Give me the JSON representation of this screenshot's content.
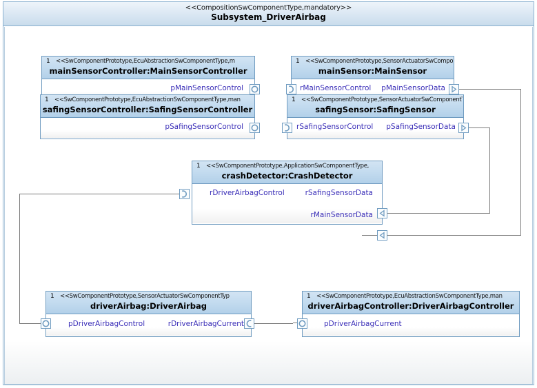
{
  "diagram": {
    "stereotype": "<<CompositionSwComponentType,mandatory>>",
    "title": "Subsystem_DriverAirbag",
    "type": "uml-composition-structure-diagram",
    "colors": {
      "header_gradient_top": "#eef4fa",
      "header_gradient_bottom": "#c9dcec",
      "frame_border": "#8ab0cf",
      "component_header_top": "#d3e4f3",
      "component_header_bottom": "#b2d0e9",
      "component_border": "#6f9bc0",
      "port_label_text": "#3b2fb8",
      "connector_line": "#7a7a7a",
      "canvas_background": "#ffffff"
    }
  },
  "components": [
    {
      "id": "mainSensorController",
      "multiplicity": "1",
      "stereotype": "<<SwComponentPrototype,EcuAbstractionSwComponentType,m",
      "name": "mainSensorController:MainSensorController",
      "ports": [
        {
          "name": "pMainSensorControl",
          "kind": "provided",
          "icon": "ball-port-icon",
          "side": "right"
        }
      ]
    },
    {
      "id": "mainSensor",
      "multiplicity": "1",
      "stereotype": "<<SwComponentPrototype,SensorActuatorSwCompo",
      "name": "mainSensor:MainSensor",
      "ports": [
        {
          "name": "rMainSensorControl",
          "kind": "required",
          "icon": "socket-port-icon",
          "side": "left"
        },
        {
          "name": "pMainSensorData",
          "kind": "provided-data",
          "icon": "arrow-right-port-icon",
          "side": "right"
        }
      ]
    },
    {
      "id": "safingSensorController",
      "multiplicity": "1",
      "stereotype": "<<SwComponentPrototype,EcuAbstractionSwComponentType,man",
      "name": "safingSensorController:SafingSensorController",
      "ports": [
        {
          "name": "pSafingSensorControl",
          "kind": "provided",
          "icon": "ball-port-icon",
          "side": "right"
        }
      ]
    },
    {
      "id": "safingSensor",
      "multiplicity": "1",
      "stereotype": "<<SwComponentPrototype,SensorActuatorSwComponentT",
      "name": "safingSensor:SafingSensor",
      "ports": [
        {
          "name": "rSafingSensorControl",
          "kind": "required",
          "icon": "socket-port-icon",
          "side": "left"
        },
        {
          "name": "pSafingSensorData",
          "kind": "provided-data",
          "icon": "arrow-right-port-icon",
          "side": "right"
        }
      ]
    },
    {
      "id": "crashDetector",
      "multiplicity": "1",
      "stereotype": "<<SwComponentPrototype,ApplicationSwComponentType,",
      "name": "crashDetector:CrashDetector",
      "ports": [
        {
          "name": "rDriverAirbagControl",
          "kind": "required",
          "icon": "socket-port-icon",
          "side": "left"
        },
        {
          "name": "rSafingSensorData",
          "kind": "required-data",
          "icon": "arrow-left-port-icon",
          "side": "right"
        },
        {
          "name": "rMainSensorData",
          "kind": "required-data",
          "icon": "arrow-left-port-icon",
          "side": "right"
        }
      ]
    },
    {
      "id": "driverAirbag",
      "multiplicity": "1",
      "stereotype": "<<SwComponentPrototype,SensorActuatorSwComponentTyp",
      "name": "driverAirbag:DriverAirbag",
      "ports": [
        {
          "name": "pDriverAirbagControl",
          "kind": "provided",
          "icon": "ball-port-icon",
          "side": "left"
        },
        {
          "name": "rDriverAirbagCurrent",
          "kind": "required",
          "icon": "socket-port-icon",
          "side": "right"
        }
      ]
    },
    {
      "id": "driverAirbagController",
      "multiplicity": "1",
      "stereotype": "<<SwComponentPrototype,EcuAbstractionSwComponentType,man",
      "name": "driverAirbagController:DriverAirbagController",
      "ports": [
        {
          "name": "pDriverAirbagCurrent",
          "kind": "provided",
          "icon": "ball-port-icon",
          "side": "left"
        }
      ]
    }
  ],
  "connectors": [
    {
      "from": "mainSensorController.pMainSensorControl",
      "to": "mainSensor.rMainSensorControl"
    },
    {
      "from": "safingSensorController.pSafingSensorControl",
      "to": "safingSensor.rSafingSensorControl"
    },
    {
      "from": "mainSensor.pMainSensorData",
      "to": "crashDetector.rMainSensorData"
    },
    {
      "from": "safingSensor.pSafingSensorData",
      "to": "crashDetector.rSafingSensorData"
    },
    {
      "from": "crashDetector.rDriverAirbagControl",
      "to": "driverAirbag.pDriverAirbagControl"
    },
    {
      "from": "driverAirbag.rDriverAirbagCurrent",
      "to": "driverAirbagController.pDriverAirbagCurrent"
    }
  ]
}
